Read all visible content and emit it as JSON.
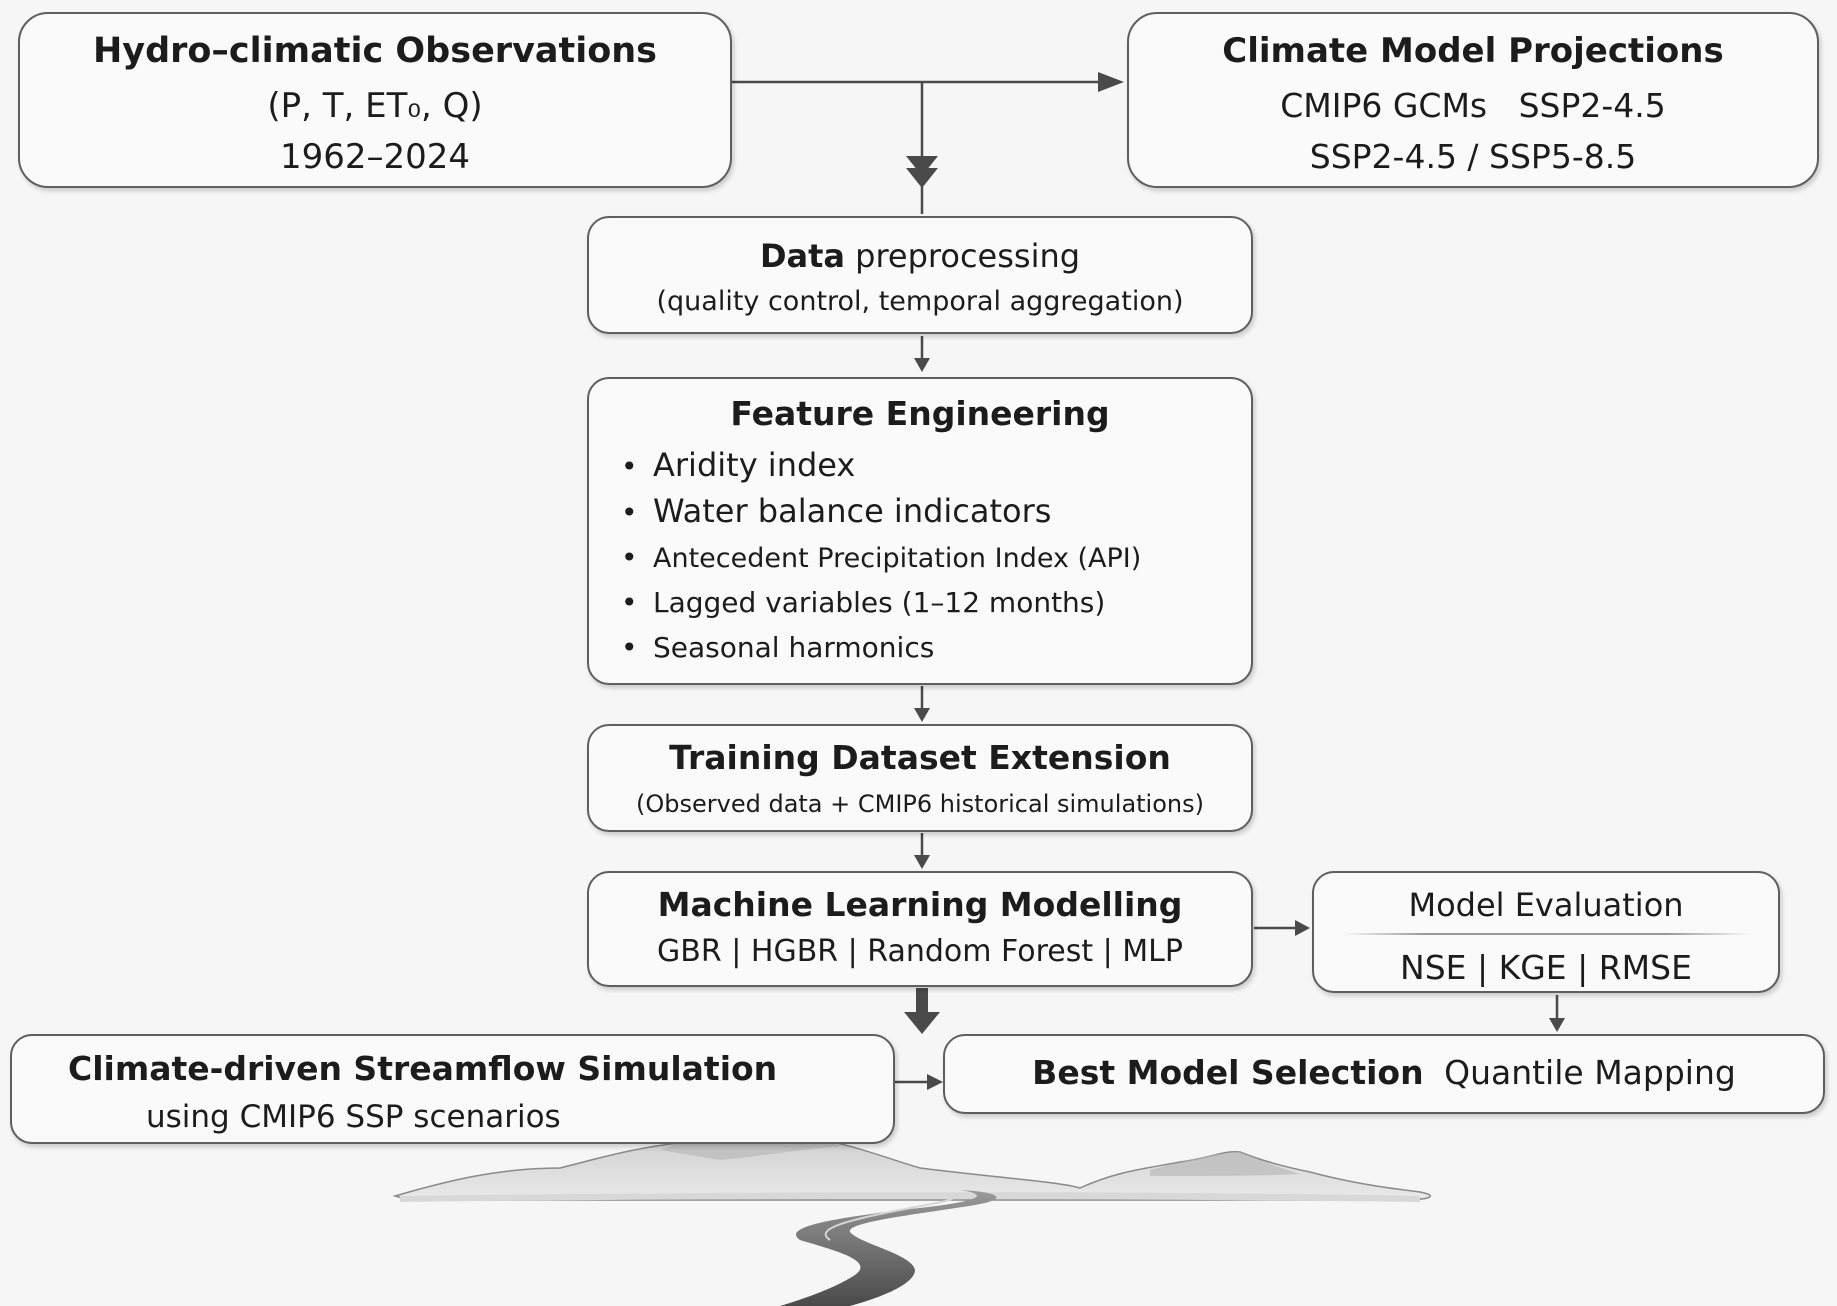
{
  "observations": {
    "title": "Hydro–climatic Observations",
    "variables": "(P, T, ET₀, Q)",
    "period": "1962–2024"
  },
  "projections": {
    "title": "Climate Model Projections",
    "line1": "CMIP6 GCMs   SSP2-4.5",
    "line2": "SSP2-4.5 / SSP5-8.5"
  },
  "preprocessing": {
    "title_bold": "Data",
    "title_rest": "preprocessing",
    "subtitle": "(quality control, temporal aggregation)"
  },
  "features": {
    "title": "Feature Engineering",
    "items": [
      "Aridity index",
      "Water balance indicators",
      "Antecedent Precipitation Index (API)",
      "Lagged variables (1–12 months)",
      "Seasonal harmonics"
    ]
  },
  "training": {
    "title": "Training Dataset Extension",
    "subtitle": "(Observed data + CMIP6 historical simulations)"
  },
  "ml": {
    "title": "Machine Learning Modelling",
    "models": "GBR | HGBR | Random Forest | MLP"
  },
  "evaluation": {
    "title": "Model Evaluation",
    "metrics": "NSE | KGE | RMSE"
  },
  "simulation": {
    "title": "Climate-driven Streamflow Simulation",
    "subtitle": "using CMIP6 SSP scenarios"
  },
  "selection": {
    "title_bold": "Best Model Selection",
    "title_rest": "Quantile Mapping"
  },
  "colors": {
    "border": "#5f5f5f",
    "box_fill": "#fafafa",
    "text": "#1c1c1c",
    "background": "#f6f6f6"
  },
  "icons": [
    "landscape-river-illustration"
  ]
}
